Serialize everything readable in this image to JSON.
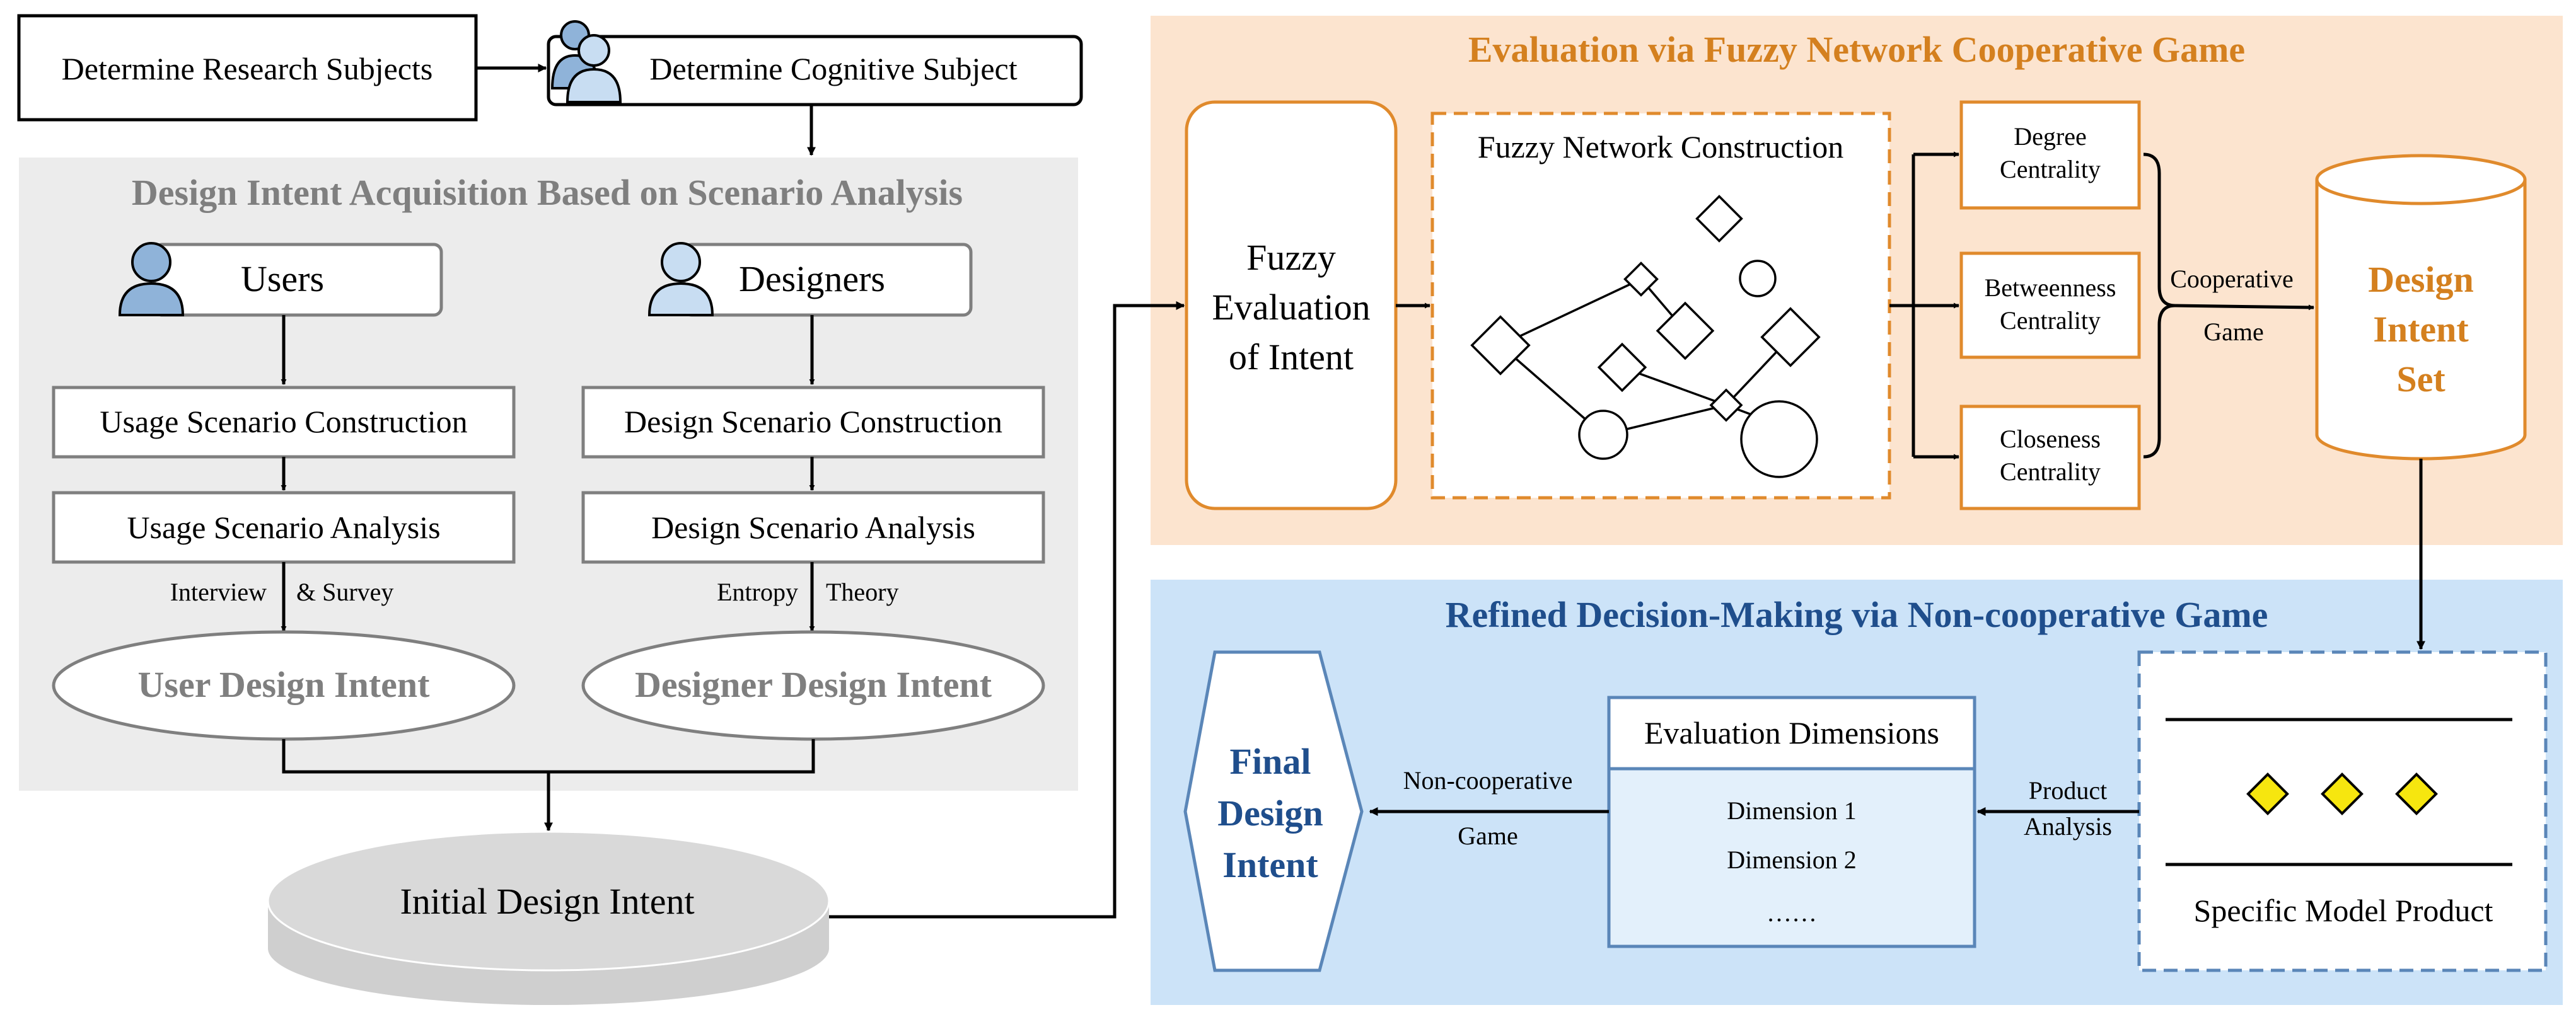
{
  "top": {
    "research_subjects": "Determine Research Subjects",
    "cognitive_subject": "Determine Cognitive Subject"
  },
  "acquisition": {
    "title": "Design Intent Acquisition Based on Scenario Analysis",
    "users": "Users",
    "designers": "Designers",
    "usage_construction": "Usage Scenario Construction",
    "design_construction": "Design Scenario Construction",
    "usage_analysis": "Usage Scenario Analysis",
    "design_analysis": "Design Scenario Analysis",
    "interview": "Interview",
    "survey": "& Survey",
    "entropy": "Entropy",
    "theory": "Theory",
    "user_intent": "User Design Intent",
    "designer_intent": "Designer Design Intent"
  },
  "initial": "Initial Design Intent",
  "evaluation": {
    "title": "Evaluation via Fuzzy Network Cooperative Game",
    "fuzzy_eval": [
      "Fuzzy",
      "Evaluation",
      "of Intent"
    ],
    "network_title": "Fuzzy Network Construction",
    "degree": [
      "Degree",
      "Centrality"
    ],
    "betweenness": [
      "Betweenness",
      "Centrality"
    ],
    "closeness": [
      "Closeness",
      "Centrality"
    ],
    "coop": [
      "Cooperative",
      "Game"
    ],
    "intent_set": [
      "Design",
      "Intent",
      "Set"
    ]
  },
  "refined": {
    "title": "Refined Decision-Making via Non-cooperative Game",
    "final": [
      "Final",
      "Design",
      "Intent"
    ],
    "noncoop": [
      "Non-cooperative",
      "Game"
    ],
    "eval_dims_title": "Evaluation Dimensions",
    "dims": [
      "Dimension 1",
      "Dimension 2",
      "……"
    ],
    "product_analysis": [
      "Product",
      "Analysis"
    ],
    "model_product": "Specific Model Product"
  },
  "colors": {
    "gray_panel": "#ececec",
    "gray_text": "#7f7f7f",
    "orange_panel": "#fce4cf",
    "orange": "#e08a2c",
    "orange_text": "#d4801f",
    "blue_panel": "#cce3f8",
    "blue_border": "#5a86b8",
    "blue_text": "#1f4e8c",
    "dim_box": "#e3f0fb",
    "yellow": "#f6e60f",
    "person_blue": "#8fb3d9",
    "person_light": "#c8ddf2"
  }
}
